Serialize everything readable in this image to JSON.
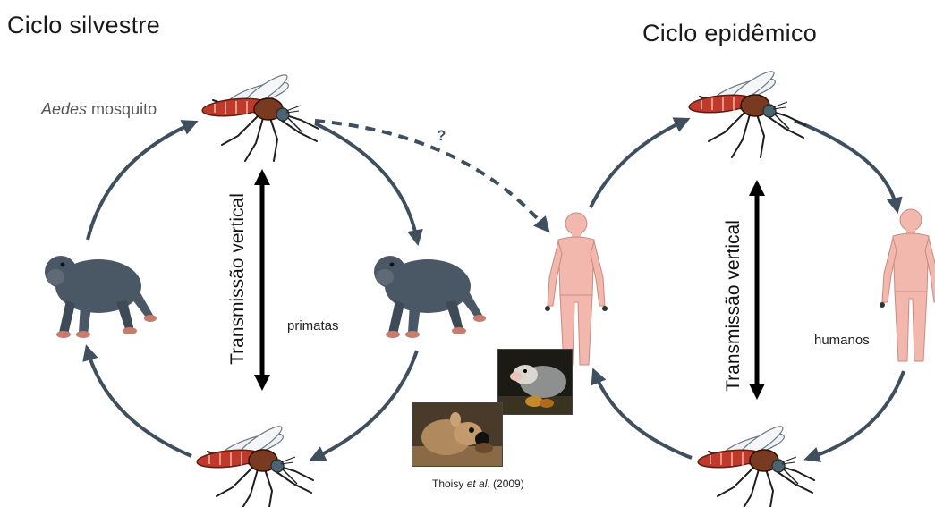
{
  "titles": {
    "sylvatic": "Ciclo silvestre",
    "epidemic": "Ciclo epidêmico"
  },
  "labels": {
    "aedes_italic": "Aedes",
    "aedes_rest": " mosquito",
    "vertical_left": "Transmissão vertical",
    "vertical_right": "Transmissão vertical",
    "primates": "primatas",
    "humans": "humanos",
    "question": "?",
    "citation_author": "Thoisy ",
    "citation_etal": "et al",
    "citation_year": ". (2009)"
  },
  "colors": {
    "cycle_arrow": "#3f4f5e",
    "mosquito_body": "#7a3a22",
    "mosquito_abdomen": "#c0392b",
    "primate_fur": "#4a5865",
    "human_skin": "#f2b8ad"
  },
  "icons": [
    "mosquito-icon",
    "primate-icon",
    "human-icon",
    "opossum-photo",
    "rodent-photo"
  ]
}
